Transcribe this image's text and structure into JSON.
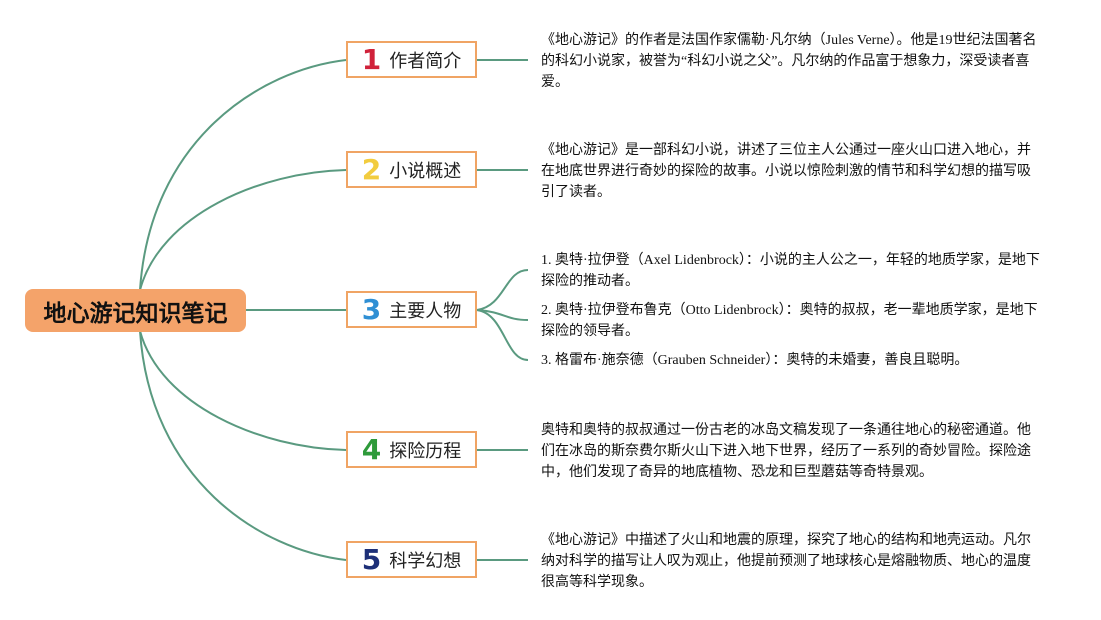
{
  "root": {
    "title": "地心游记知识笔记"
  },
  "branches": [
    {
      "num": "1",
      "label": "作者简介",
      "color": "#d0213a",
      "notes": [
        "《地心游记》的作者是法国作家儒勒·凡尔纳（Jules Verne）。他是19世纪法国著名的科幻小说家，被誉为“科幻小说之父”。凡尔纳的作品富于想象力，深受读者喜爱。"
      ]
    },
    {
      "num": "2",
      "label": "小说概述",
      "color": "#f2cc3f",
      "notes": [
        "《地心游记》是一部科幻小说，讲述了三位主人公通过一座火山口进入地心，并在地底世界进行奇妙的探险的故事。小说以惊险刺激的情节和科学幻想的描写吸引了读者。"
      ]
    },
    {
      "num": "3",
      "label": "主要人物",
      "color": "#2f8fd4",
      "notes": [
        "1. 奥特·拉伊登（Axel Lidenbrock）：小说的主人公之一，年轻的地质学家，是地下探险的推动者。",
        "2. 奥特·拉伊登布鲁克（Otto Lidenbrock）：奥特的叔叔，老一辈地质学家，是地下探险的领导者。",
        "3. 格雷布·施奈德（Grauben Schneider）：奥特的未婚妻，善良且聪明。"
      ]
    },
    {
      "num": "4",
      "label": "探险历程",
      "color": "#2e9a3a",
      "notes": [
        "奥特和奥特的叔叔通过一份古老的冰岛文稿发现了一条通往地心的秘密通道。他们在冰岛的斯奈费尔斯火山下进入地下世界，经历了一系列的奇妙冒险。探险途中，他们发现了奇异的地底植物、恐龙和巨型蘑菇等奇特景观。"
      ]
    },
    {
      "num": "5",
      "label": "科学幻想",
      "color": "#1d2f78",
      "notes": [
        "《地心游记》中描述了火山和地震的原理，探究了地心的结构和地壳运动。凡尔纳对科学的描写让人叹为观止，他提前预测了地球核心是熔融物质、地心的温度很高等科学现象。"
      ]
    }
  ],
  "colors": {
    "root_fill": "#f4a36a",
    "branch_border": "#f0a464",
    "link": "#5a9a80"
  }
}
